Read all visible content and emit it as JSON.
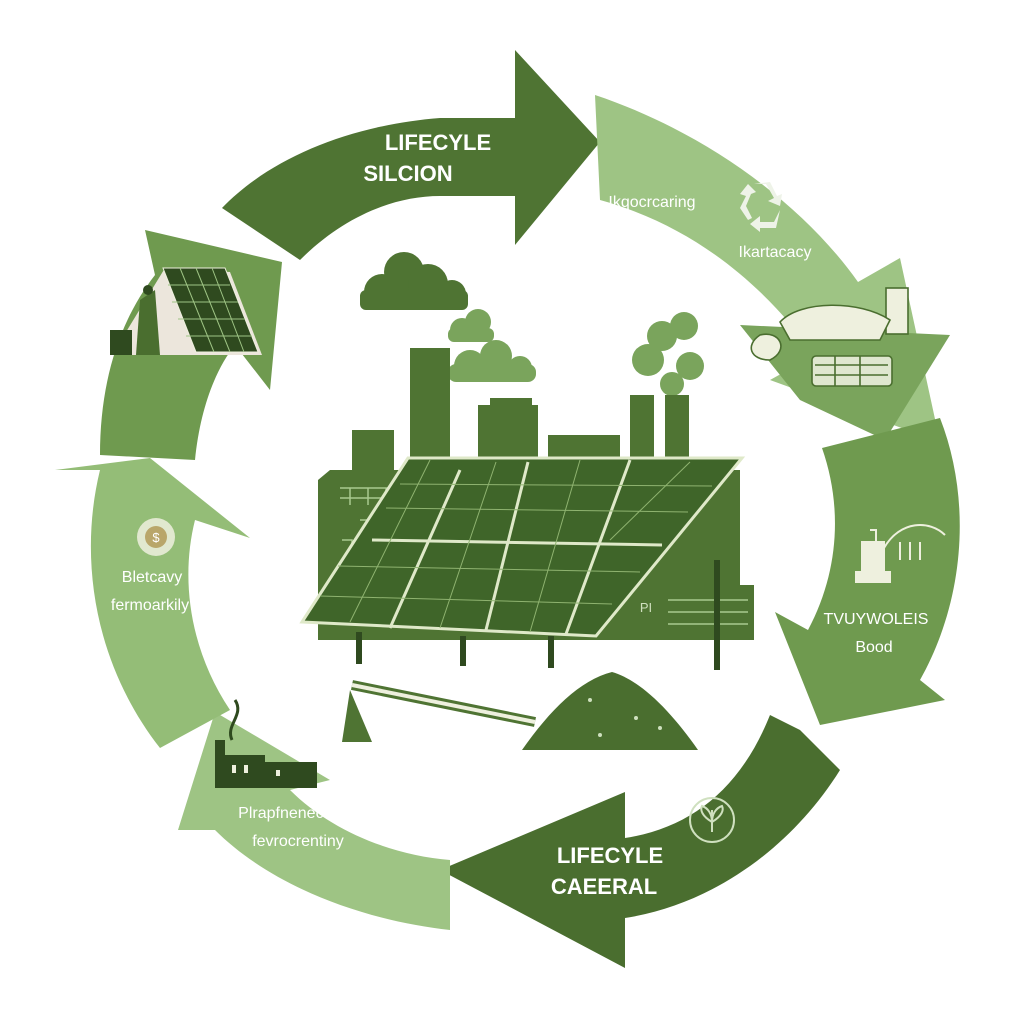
{
  "colors": {
    "dark_green": "#4a6e2f",
    "mid_green": "#6f9a4f",
    "light_green": "#94bd77",
    "pale_green": "#a9c98f",
    "cream": "#eef0de",
    "white": "#ffffff"
  },
  "segments": {
    "top": {
      "line1": "LIFECYLE",
      "line2": "SILCION"
    },
    "top_right": {
      "line1": "Ikqocrcaring",
      "line2": "Ikartacacy",
      "icon": "recycle-icon"
    },
    "right": {
      "line1": "TVUYWOLEIS",
      "line2": "Bood",
      "icon": "machinery-icon"
    },
    "bottom_right": {
      "line1": "LIFECYLE",
      "line2": "CAEERAL",
      "icon": "plant-badge-icon"
    },
    "bottom_left": {
      "line1": "Plrapfnenechool",
      "line2": "fevrocrentiny",
      "icon": "factory-icon"
    },
    "left": {
      "line1": "Bletcavy",
      "line2": "fermoarkily",
      "icon": "coin-icon"
    },
    "top_left": {
      "icon": "solar-panel-icon"
    }
  },
  "center": {
    "sign_text": "PI"
  }
}
